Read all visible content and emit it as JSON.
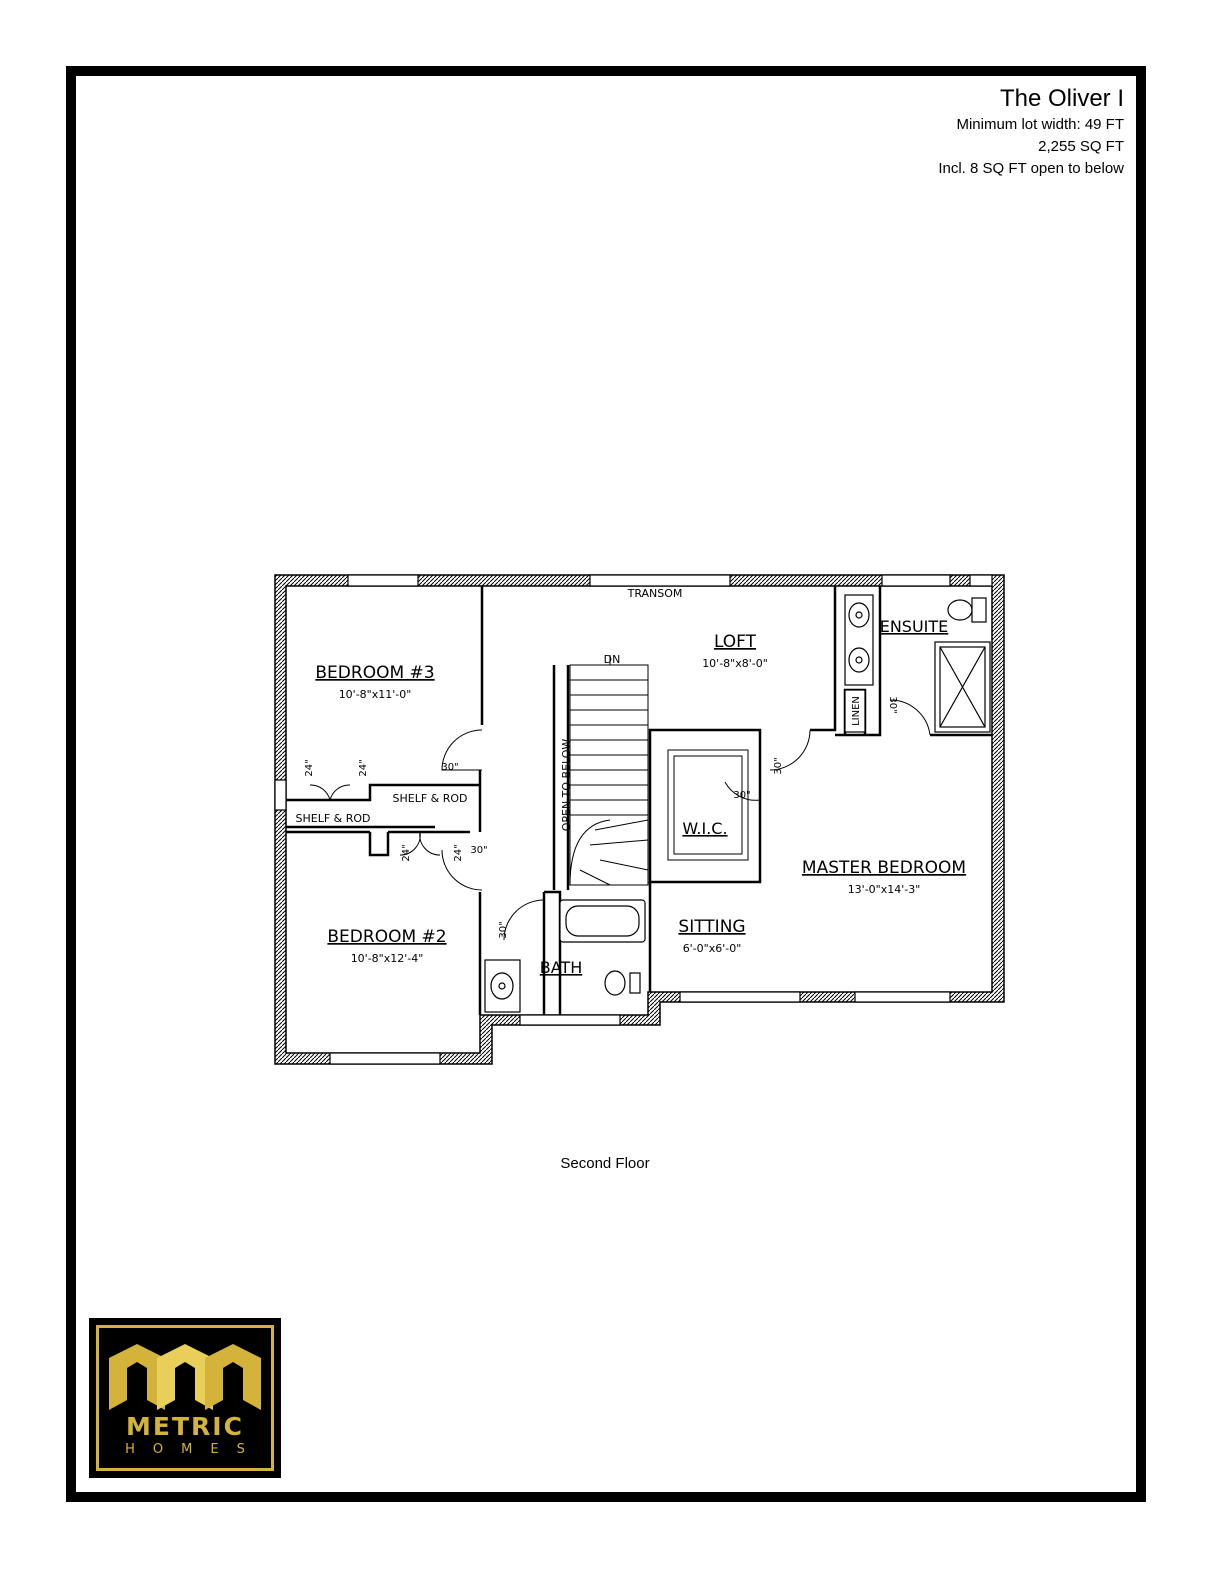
{
  "header": {
    "title": "The Oliver I",
    "lot_width": "Minimum lot width: 49 FT",
    "sq_ft": "2,255 SQ FT",
    "open_note": "Incl. 8 SQ FT open to below"
  },
  "plan": {
    "rooms": {
      "bedroom3": {
        "name": "BEDROOM #3",
        "size": "10'-8\"x11'-0\""
      },
      "bedroom2": {
        "name": "BEDROOM #2",
        "size": "10'-8\"x12'-4\""
      },
      "loft": {
        "name": "LOFT",
        "size": "10'-8\"x8'-0\""
      },
      "master": {
        "name": "MASTER BEDROOM",
        "size": "13'-0\"x14'-3\""
      },
      "sitting": {
        "name": "SITTING",
        "size": "6'-0\"x6'-0\""
      },
      "ensuite": {
        "name": "ENSUITE"
      },
      "bath": {
        "name": "BATH"
      },
      "wic": {
        "name": "W.I.C."
      }
    },
    "labels": {
      "transom": "TRANSOM",
      "dn": "DN",
      "open_to_below": "OPEN TO BELOW",
      "linen": "LINEN",
      "shelf_rod_1": "SHELF & ROD",
      "shelf_rod_2": "SHELF & ROD",
      "door_24": "24\"",
      "door_30": "30\""
    }
  },
  "caption": "Second Floor",
  "logo": {
    "word1": "METRIC",
    "word2": "HOMES"
  }
}
